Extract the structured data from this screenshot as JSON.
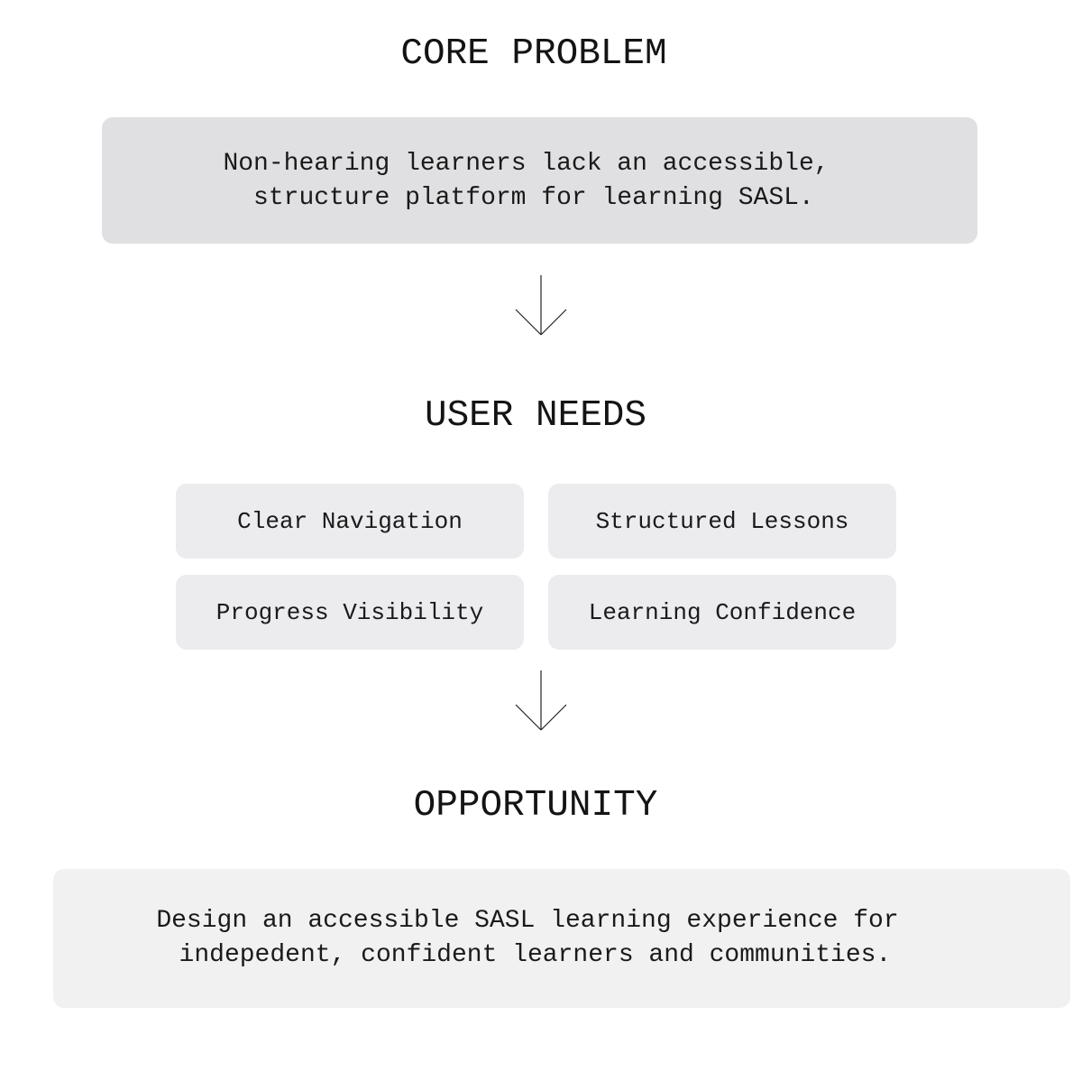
{
  "core_problem": {
    "heading": "CORE PROBLEM",
    "text": "Non-hearing learners lack an accessible,\n structure platform for learning SASL."
  },
  "user_needs": {
    "heading": "USER NEEDS",
    "items": [
      {
        "label": "Clear Navigation"
      },
      {
        "label": "Structured Lessons"
      },
      {
        "label": "Progress Visibility"
      },
      {
        "label": "Learning Confidence"
      }
    ]
  },
  "opportunity": {
    "heading": "OPPORTUNITY",
    "text": "Design an accessible SASL learning experience for\n indepedent, confident learners and communities."
  },
  "arrows": [
    "down-arrow-icon",
    "down-arrow-icon"
  ],
  "colors": {
    "core_box": "#e0e0e2",
    "need_box": "#ececef",
    "opportunity_box": "#f1f1f2",
    "text": "#141414"
  }
}
